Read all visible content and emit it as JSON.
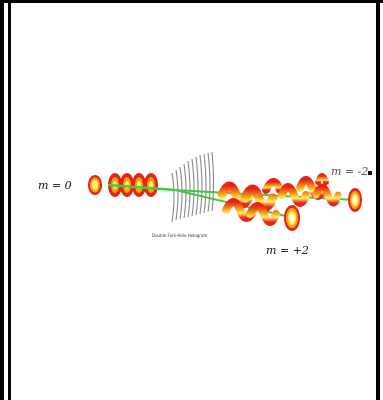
{
  "labels": {
    "m_zero": "m = 0",
    "m_minus_two": "m = -2",
    "m_plus_two": "m = +2",
    "hologram_caption": "Double Fork-Hole Hologram"
  },
  "colors": {
    "beam_outer": "#e8231a",
    "beam_mid": "#f5a417",
    "beam_core": "#fff06a",
    "beam_axis": "#3ecf3e",
    "hologram": "#8a8a8a",
    "frame": "#000000"
  }
}
